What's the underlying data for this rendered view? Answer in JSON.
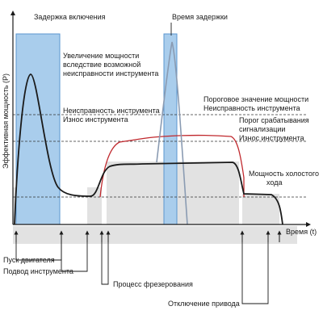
{
  "diagram": {
    "y_axis_label": "Эффективная мощность (P)",
    "x_axis_label": "Время (t)",
    "labels": {
      "switch_on_delay": "Задержка включения",
      "delay_time": "Время задержки",
      "power_increase": [
        "Увеличение мощности",
        "вследствие возможной",
        "неисправности инструмента"
      ],
      "threshold_power": [
        "Пороговое значение мощности",
        "Неисправность инструмента"
      ],
      "alarm_threshold": [
        "Порог срабатывания",
        "сигнализации",
        "Износ инструмента"
      ],
      "tool_fault_wear": [
        "Неисправность инструмента",
        "Износ инструмента"
      ],
      "idle_power": [
        "Мощность холостого",
        "хода"
      ],
      "engine_start": "Пуск двигателя",
      "tool_feed": "Подвод инструмента",
      "milling_process": "Процесс фрезерования",
      "drive_off": "Отключение привода"
    },
    "colors": {
      "delay_band": "#a9cdec",
      "delay_band_edge": "#5a96cf",
      "gray_region": "#e2e2e2",
      "curve": "#1a1a1a",
      "threshold_curve": "#c0282d",
      "spike_curve": "#8a9bb2"
    }
  }
}
